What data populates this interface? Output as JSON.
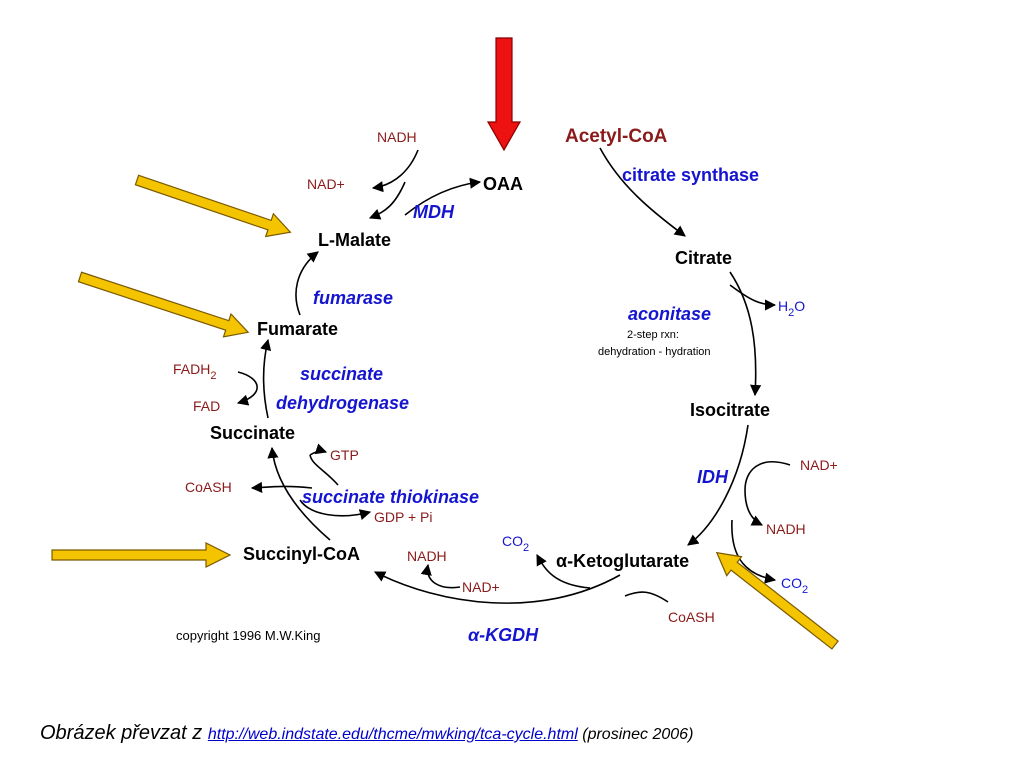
{
  "metabolites": {
    "oaa": "OAA",
    "citrate": "Citrate",
    "isocitrate": "Isocitrate",
    "ketoglutarate": "-Ketoglutarate",
    "succinyl_coa": "Succinyl-CoA",
    "succinate": "Succinate",
    "fumarate": "Fumarate",
    "l_malate": "L-Malate"
  },
  "greek_alpha": "α",
  "acetyl_coa": "Acetyl-CoA",
  "enzymes": {
    "citrate_synthase": "citrate synthase",
    "aconitase": "aconitase",
    "idh": "IDH",
    "kgdh": "-KGDH",
    "thiokinase": "succinate thiokinase",
    "sdh_line1": "succinate",
    "sdh_line2": "dehydrogenase",
    "fumarase": "fumarase",
    "mdh": "MDH"
  },
  "cofactors": {
    "nadh": "NADH",
    "nad_plus": "NAD+",
    "h": "H",
    "two": "2",
    "o": "O",
    "co": "CO",
    "coash": "CoASH",
    "gtp": "GTP",
    "gdp_pi": "GDP + Pi",
    "fadh": "FADH",
    "fad": "FAD"
  },
  "aconitase_note": {
    "line1": "2-step rxn:",
    "line2": "dehydration - hydration"
  },
  "copyright": "copyright 1996 M.W.King",
  "caption": {
    "lead": "Obrázek převzat z ",
    "link": "http://web.indstate.edu/thcme/mwking/tca-cycle.html",
    "tail": " (prosinec 2006)"
  },
  "colors": {
    "metabolite": "#000000",
    "enzyme": "#1515d0",
    "cofactor": "#8b1a1a",
    "red_arrow": "#ee1111",
    "yellow_arrow": "#f5c400"
  },
  "highlight_arrows": {
    "red": "entry point OAA",
    "yellow": [
      "L-Malate",
      "Fumarate",
      "Succinyl-CoA",
      "α-Ketoglutarate"
    ]
  }
}
